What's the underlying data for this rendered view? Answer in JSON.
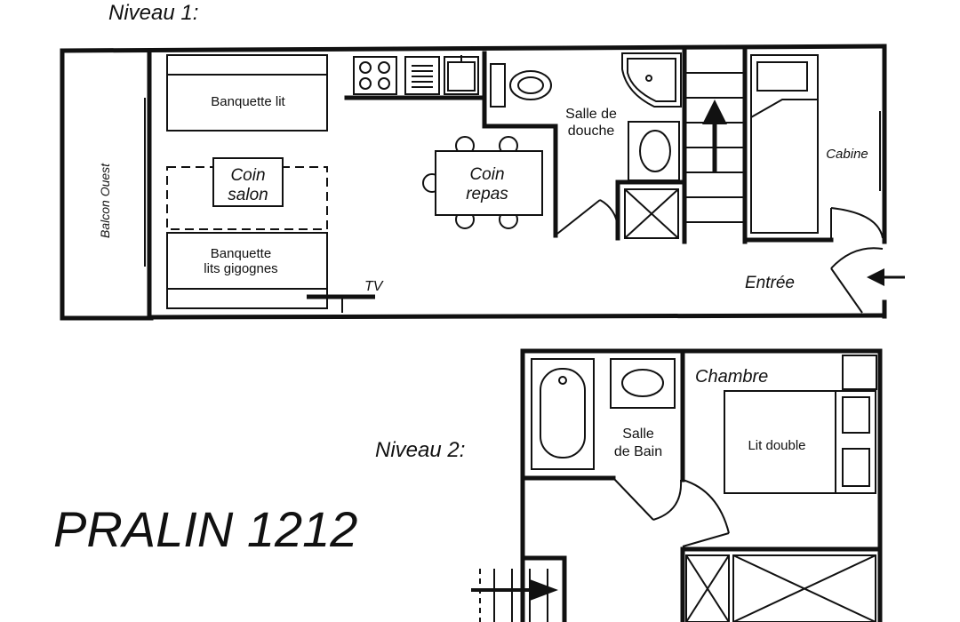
{
  "plan": {
    "title": "PRALIN 1212",
    "level1": {
      "heading": "Niveau 1:",
      "balcony": "Balcon Ouest",
      "sofa_bed": "Banquette lit",
      "lounge_line1": "Coin",
      "lounge_line2": "salon",
      "bunk_sofa_line1": "Banquette",
      "bunk_sofa_line2": "lits gigognes",
      "tv": "TV",
      "dining_line1": "Coin",
      "dining_line2": "repas",
      "shower_room_line1": "Salle de",
      "shower_room_line2": "douche",
      "cabin": "Cabine",
      "entrance": "Entrée"
    },
    "level2": {
      "heading": "Niveau 2:",
      "bathroom_line1": "Salle",
      "bathroom_line2": "de Bain",
      "bedroom": "Chambre",
      "double_bed": "Lit double"
    }
  }
}
